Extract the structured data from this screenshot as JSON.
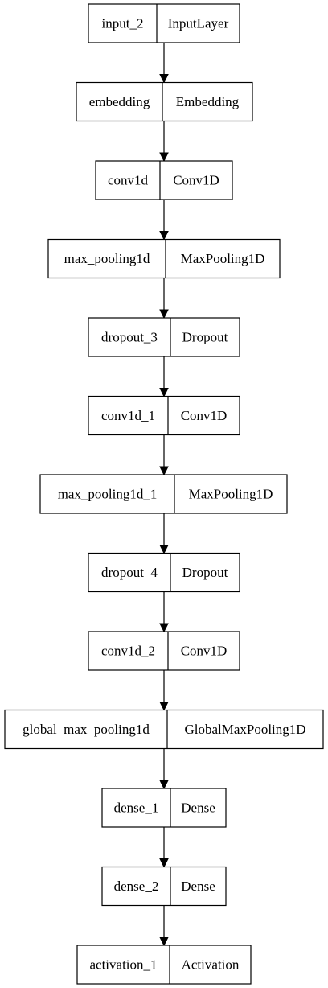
{
  "diagram": {
    "nodes": [
      {
        "id": "input_2",
        "name": "input_2",
        "type": "InputLayer"
      },
      {
        "id": "embedding",
        "name": "embedding",
        "type": "Embedding"
      },
      {
        "id": "conv1d",
        "name": "conv1d",
        "type": "Conv1D"
      },
      {
        "id": "max_pooling1d",
        "name": "max_pooling1d",
        "type": "MaxPooling1D"
      },
      {
        "id": "dropout_3",
        "name": "dropout_3",
        "type": "Dropout"
      },
      {
        "id": "conv1d_1",
        "name": "conv1d_1",
        "type": "Conv1D"
      },
      {
        "id": "max_pooling1d_1",
        "name": "max_pooling1d_1",
        "type": "MaxPooling1D"
      },
      {
        "id": "dropout_4",
        "name": "dropout_4",
        "type": "Dropout"
      },
      {
        "id": "conv1d_2",
        "name": "conv1d_2",
        "type": "Conv1D"
      },
      {
        "id": "global_max_pooling1d",
        "name": "global_max_pooling1d",
        "type": "GlobalMaxPooling1D"
      },
      {
        "id": "dense_1",
        "name": "dense_1",
        "type": "Dense"
      },
      {
        "id": "dense_2",
        "name": "dense_2",
        "type": "Dense"
      },
      {
        "id": "activation_1",
        "name": "activation_1",
        "type": "Activation"
      }
    ],
    "edges": [
      {
        "from": "input_2",
        "to": "embedding"
      },
      {
        "from": "embedding",
        "to": "conv1d"
      },
      {
        "from": "conv1d",
        "to": "max_pooling1d"
      },
      {
        "from": "max_pooling1d",
        "to": "dropout_3"
      },
      {
        "from": "dropout_3",
        "to": "conv1d_1"
      },
      {
        "from": "conv1d_1",
        "to": "max_pooling1d_1"
      },
      {
        "from": "max_pooling1d_1",
        "to": "dropout_4"
      },
      {
        "from": "dropout_4",
        "to": "conv1d_2"
      },
      {
        "from": "conv1d_2",
        "to": "global_max_pooling1d"
      },
      {
        "from": "global_max_pooling1d",
        "to": "dense_1"
      },
      {
        "from": "dense_1",
        "to": "dense_2"
      },
      {
        "from": "dense_2",
        "to": "activation_1"
      }
    ]
  }
}
